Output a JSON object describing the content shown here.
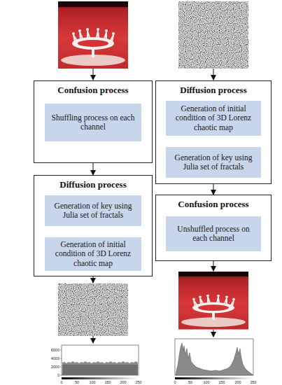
{
  "diagram": {
    "nodes": [
      {
        "text": [
          "Confusion process"
        ]
      },
      {
        "text": [
          "Shuffling process on each channel"
        ],
        "in": 0
      },
      {
        "text": [
          "Diffusion process"
        ]
      },
      {
        "text": [
          "Generation of key using Julia set of fractals"
        ],
        "in": 2
      },
      {
        "text": [
          "Generation of initial condition of 3D Lorenz chaotic map"
        ],
        "in": 2
      },
      {
        "text": [
          "Diffusion process"
        ]
      },
      {
        "text": [
          "Generation of initial condition of 3D Lorenz chaotic map"
        ],
        "in": 5
      },
      {
        "text": [
          "Generation of key using Julia set of fractals"
        ],
        "in": 5
      },
      {
        "text": [
          "Confusion process"
        ]
      },
      {
        "text": [
          "Unshuffled process on each channel"
        ],
        "in": 8
      }
    ],
    "edges": [
      {
        "from": 0,
        "to": 2,
        "arrow": "to"
      },
      {
        "from": 3,
        "to": 4,
        "arrow": "to"
      },
      {
        "from": 6,
        "to": 7,
        "arrow": "to"
      },
      {
        "from": 5,
        "to": 8,
        "arrow": "to"
      }
    ],
    "labels": [
      "6000",
      "4000",
      "2000",
      "0",
      "0",
      "50",
      "100",
      "150",
      "200",
      "250",
      "0",
      "50",
      "100",
      "150",
      "200",
      "250"
    ]
  }
}
